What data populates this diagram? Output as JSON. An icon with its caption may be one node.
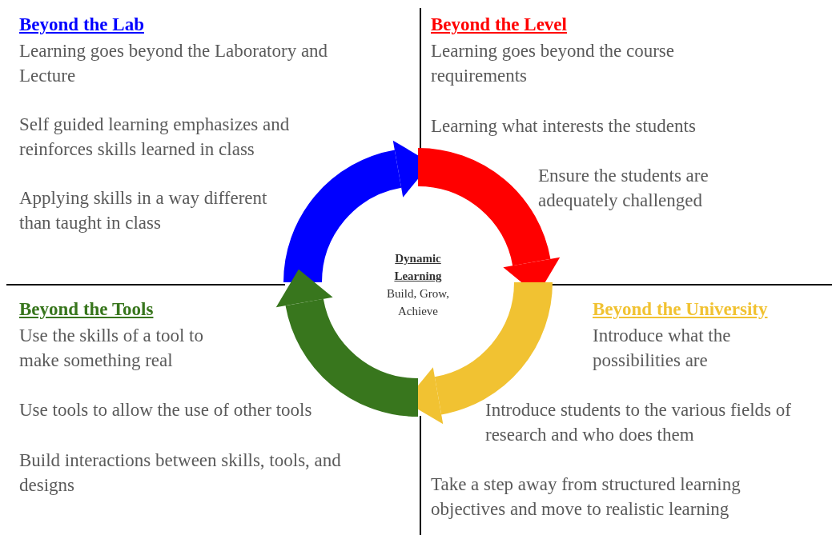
{
  "diagram": {
    "nodes": [
      {
        "text": [
          "Beyond the Lab",
          "Learning goes beyond the Laboratory and Lecture",
          "Self guided learning emphasizes and reinforces skills learned in class",
          "Applying skills in a way different than taught in class"
        ]
      },
      {
        "text": [
          "Beyond the Level",
          "Learning goes beyond the course requirements",
          "Learning what interests the students",
          "Ensure the students are adequately challenged"
        ]
      },
      {
        "text": [
          "Dynamic Learning",
          "Build, Grow, Achieve"
        ]
      },
      {
        "text": [
          "Beyond the Tools",
          "Use the skills of a tool to make something real",
          "Use tools to allow the use of other tools",
          "Build interactions between skills, tools, and designs"
        ]
      },
      {
        "text": [
          "Beyond the University",
          "Introduce what the possibilities are",
          "Introduce students to the various fields of research and who does them",
          "Take a step away from structured learning objectives and move to realistic learning"
        ]
      }
    ]
  }
}
